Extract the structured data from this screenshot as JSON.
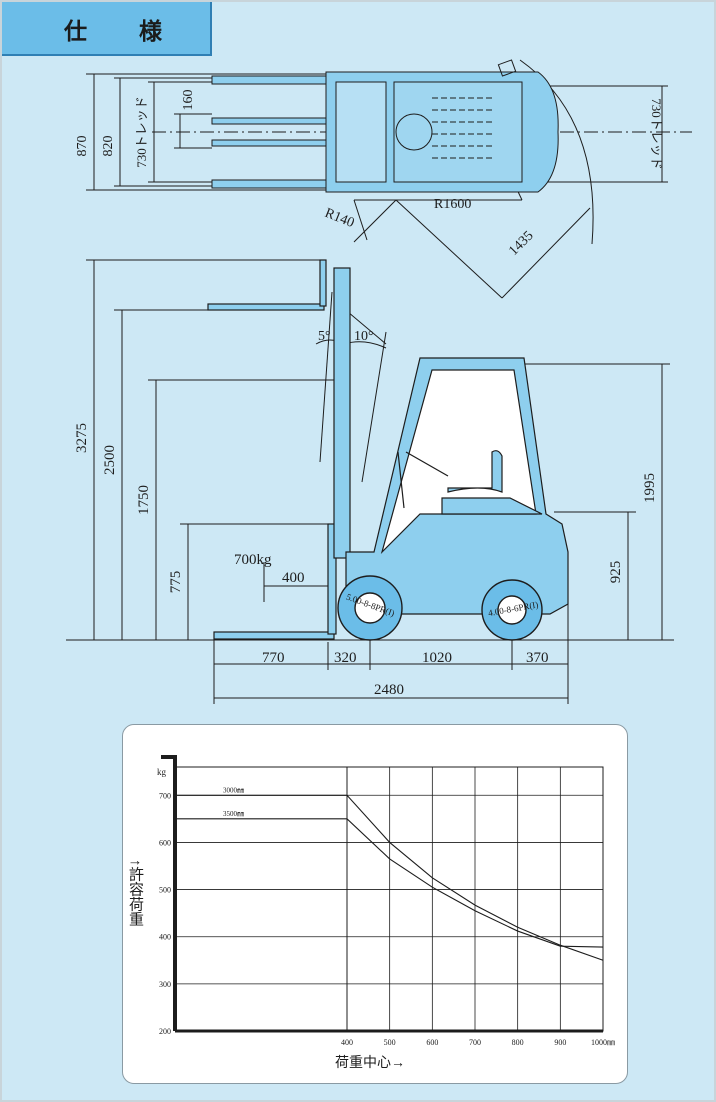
{
  "header": {
    "title": "仕 様"
  },
  "top_view": {
    "dims": {
      "overall_width": "870",
      "width": "820",
      "tread_front": "730トレッド",
      "fork_spacing": "160",
      "tread_rear": "730トレッド",
      "inner_radius": "R140",
      "outer_radius": "R1600",
      "aisle": "1435"
    }
  },
  "side_view": {
    "dims": {
      "max_lift_height": "3275",
      "fork_height": "2500",
      "mast_height": "1750",
      "free_lift": "775",
      "load_center": "400",
      "capacity": "700kg",
      "tilt_forward": "5°",
      "tilt_backward": "10°",
      "guard_height": "1995",
      "seat_height": "925",
      "fork_length": "770",
      "front_overhang": "320",
      "wheelbase": "1020",
      "rear_overhang": "370",
      "overall_length": "2480",
      "tire_front": "5.00-8-8PR(I)",
      "tire_rear": "4.00-8-6PR(I)"
    }
  },
  "chart_data": {
    "type": "line",
    "title": "",
    "xlabel": "荷重中心→",
    "ylabel": "↑許容荷重",
    "y_unit_label": "kg",
    "x": [
      400,
      500,
      600,
      700,
      800,
      900,
      1000
    ],
    "x_tick_labels": [
      "400",
      "500",
      "600",
      "700",
      "800",
      "900",
      "1000㎜"
    ],
    "y_ticks": [
      200,
      300,
      400,
      500,
      600,
      700
    ],
    "xlim": [
      0,
      1000
    ],
    "ylim": [
      200,
      760
    ],
    "grid": true,
    "series": [
      {
        "name": "3000㎜",
        "flat_from": 0,
        "values": [
          700,
          600,
          525,
          467,
          420,
          382,
          350
        ]
      },
      {
        "name": "3500㎜",
        "flat_from": 0,
        "values": [
          650,
          565,
          505,
          455,
          412,
          380,
          378
        ]
      }
    ]
  }
}
